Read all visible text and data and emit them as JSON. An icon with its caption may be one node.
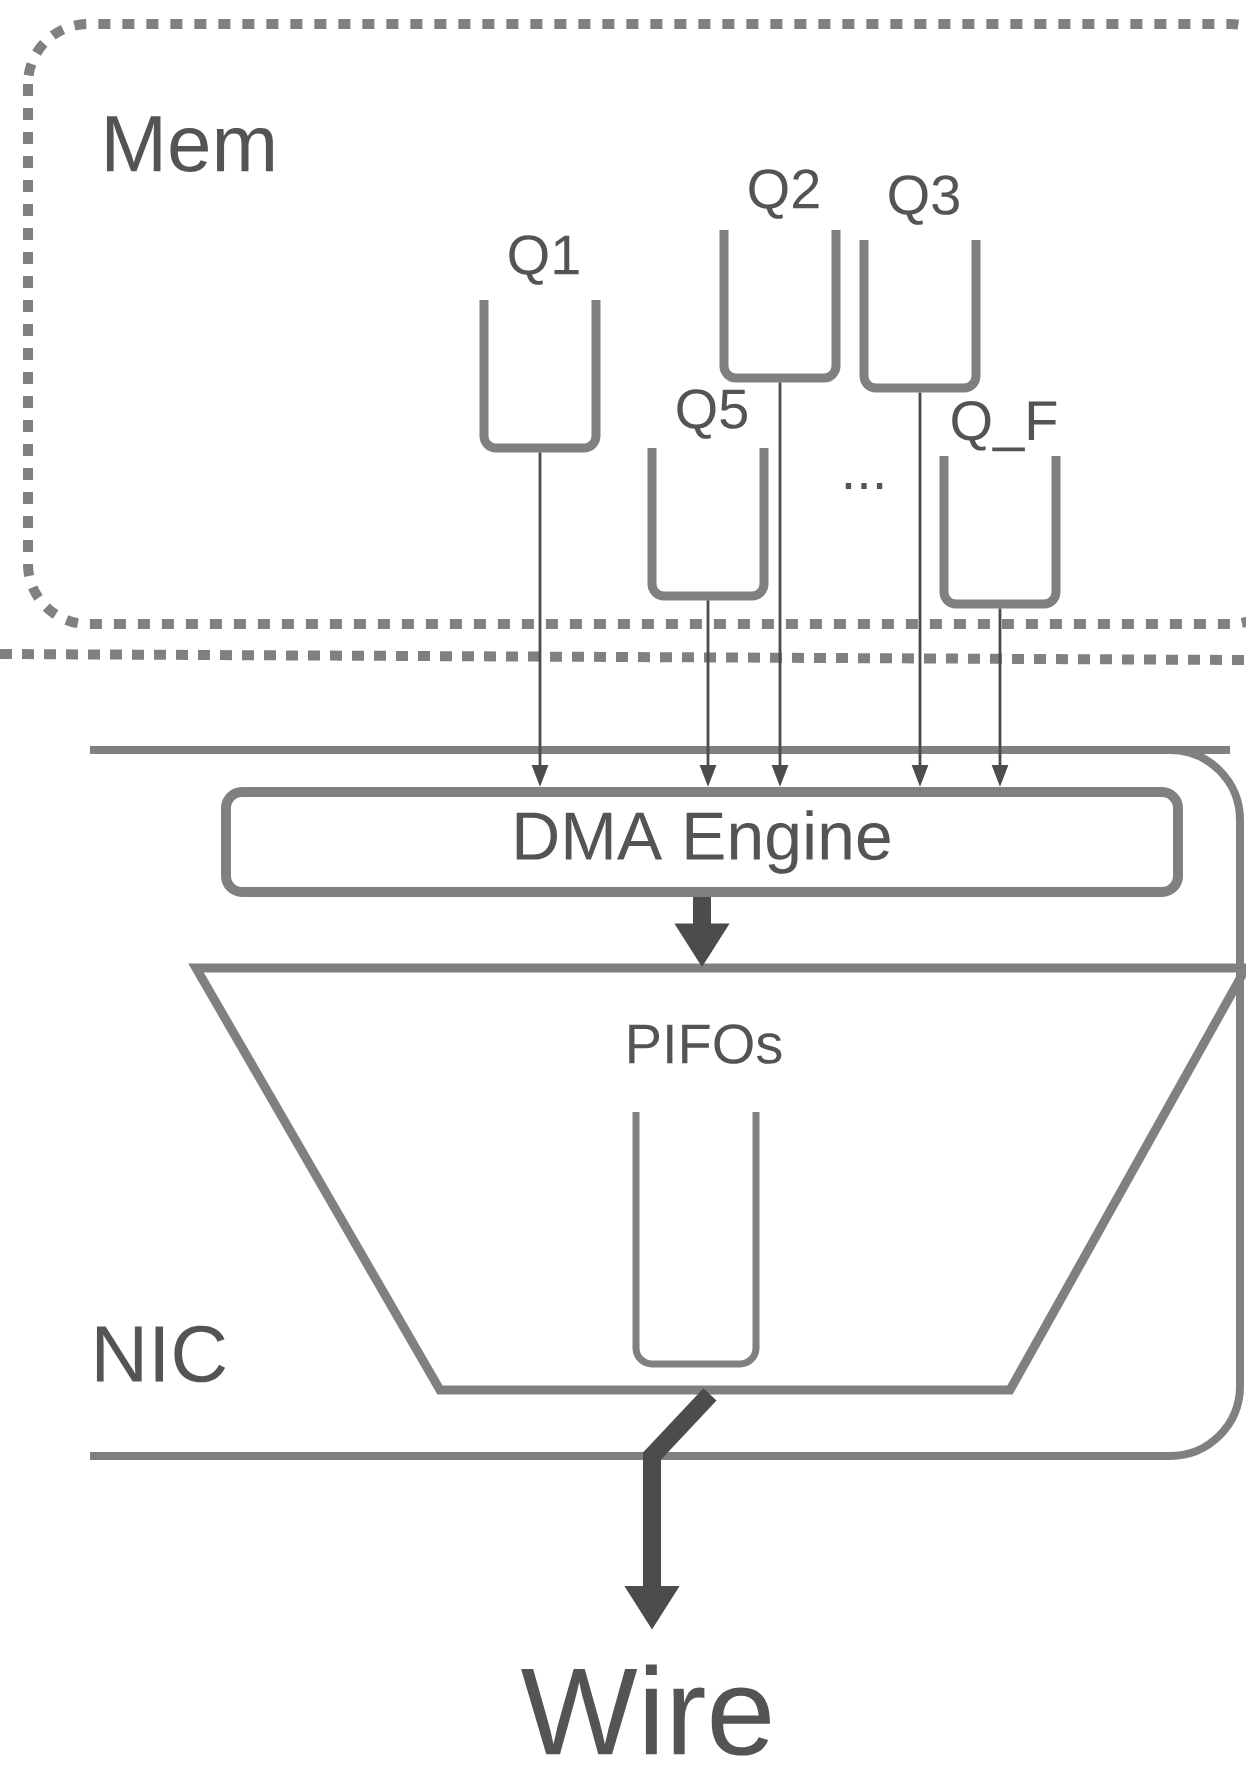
{
  "diagram": {
    "nodes": [
      {
        "text": [
          "Mem"
        ]
      },
      {
        "text": [
          "Q1"
        ],
        "in": 0
      },
      {
        "text": [
          "Q2"
        ],
        "in": 0
      },
      {
        "text": [
          "Q3"
        ],
        "in": 0
      },
      {
        "text": [
          "Q5"
        ],
        "in": 0
      },
      {
        "text": [
          "Q_F"
        ],
        "in": 0
      },
      {
        "text": [
          "NIC"
        ]
      },
      {
        "text": [
          "DMA Engine"
        ],
        "in": 6
      },
      {
        "text": [
          "PIFOs"
        ],
        "in": 6
      },
      {
        "text": [
          "Wire"
        ]
      }
    ],
    "edges": [
      {
        "from": 1,
        "to": 7,
        "arrow": "to"
      },
      {
        "from": 4,
        "to": 7,
        "arrow": "to"
      },
      {
        "from": 2,
        "to": 7,
        "arrow": "to"
      },
      {
        "from": 3,
        "to": 7,
        "arrow": "to"
      },
      {
        "from": 5,
        "to": 7,
        "arrow": "to"
      },
      {
        "from": 7,
        "to": 8,
        "arrow": "to",
        "style": "thick"
      },
      {
        "from": 8,
        "to": 9,
        "arrow": "to",
        "style": "thick"
      }
    ],
    "labels": [
      "..."
    ]
  }
}
